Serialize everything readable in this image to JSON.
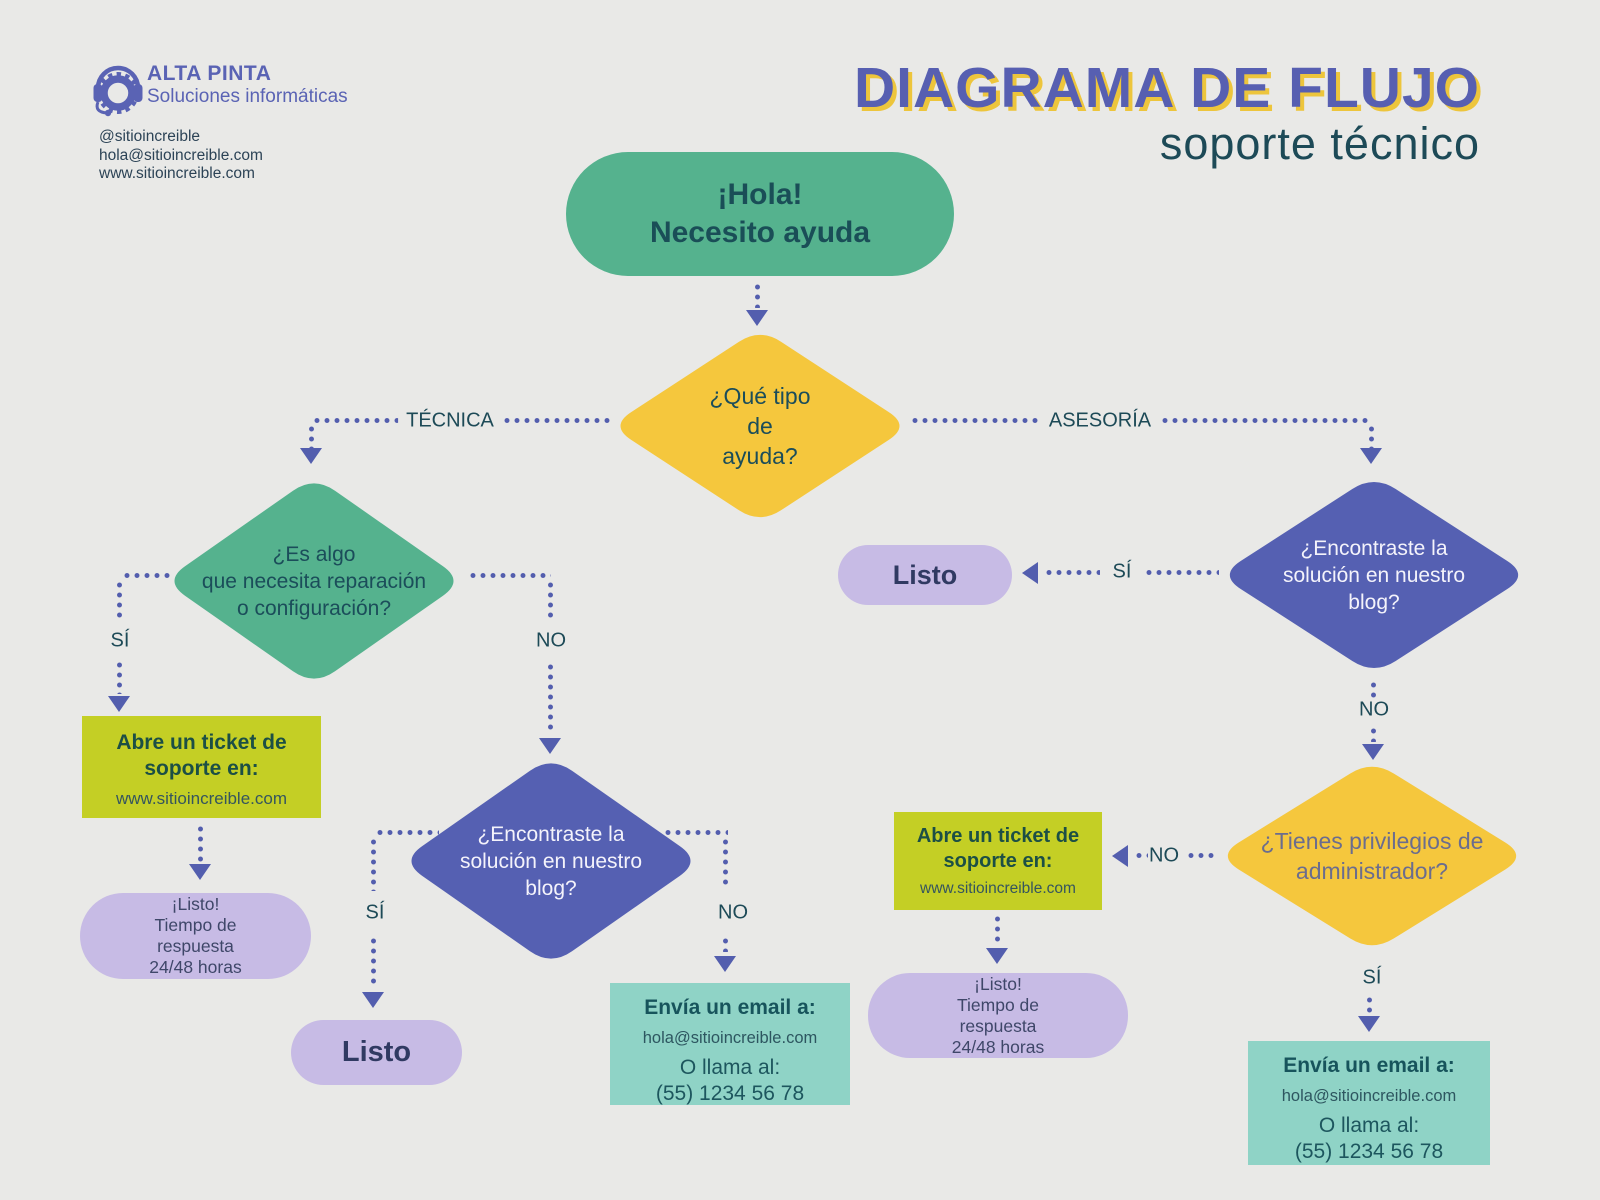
{
  "palette": {
    "background": "#e9e9e7",
    "green": "#55b28e",
    "yellow": "#f5c73d",
    "purple": "#5560b2",
    "lavender": "#c7bbe5",
    "lime": "#c4cf25",
    "teal": "#8fd3c6",
    "connector": "#535eae",
    "ink": "#1b4d5a",
    "ink_muted": "#6b6d8e",
    "brand_purple": "#5a63b4",
    "title_shadow": "#edc53c"
  },
  "brand": {
    "name": "ALTA PINTA",
    "tagline": "Soluciones informáticas",
    "logo_icon": "headset-gear-icon",
    "contact": "@sitioincreible\nhola@sitioincreible.com\nwww.sitioincreible.com"
  },
  "header": {
    "title": "DIAGRAMA DE FLUJO",
    "subtitle": "soporte técnico"
  },
  "flow": {
    "labels": {
      "yes": "SÍ",
      "no": "NO",
      "technical": "TÉCNICA",
      "advisory": "ASESORÍA"
    },
    "start": {
      "text": "¡Hola!\nNecesito ayuda",
      "fill": "#55b28e"
    },
    "q_type": {
      "text": "¿Qué tipo\nde\nayuda?",
      "fill": "#f5c73d"
    },
    "q_repair": {
      "text": "¿Es algo\nque necesita reparación\no configuración?",
      "fill": "#55b28e"
    },
    "ticket_left": {
      "title": "Abre un ticket de\nsoporte en:",
      "url": "www.sitioincreible.com",
      "fill": "#c4cf25"
    },
    "done_left": {
      "text": "¡Listo!\nTiempo de\nrespuesta\n24/48 horas",
      "fill": "#c7bbe5"
    },
    "q_blog_mid": {
      "text": "¿Encontraste la\nsolución en nuestro\nblog?",
      "fill": "#5560b2"
    },
    "done_mid": {
      "text": "Listo",
      "fill": "#c7bbe5"
    },
    "email_mid": {
      "title": "Envía un email a:",
      "email": "hola@sitioincreible.com",
      "phone": "O llama al:\n(55) 1234 56 78",
      "fill": "#8fd3c6"
    },
    "q_blog_right": {
      "text": "¿Encontraste la\nsolución en nuestro\nblog?",
      "fill": "#5560b2"
    },
    "done_right": {
      "text": "Listo",
      "fill": "#c7bbe5"
    },
    "q_admin": {
      "text": "¿Tienes privilegios de\nadministrador?",
      "fill": "#f5c73d"
    },
    "ticket_right": {
      "title": "Abre un ticket de\nsoporte en:",
      "url": "www.sitioincreible.com",
      "fill": "#c4cf25"
    },
    "done_right2": {
      "text": "¡Listo!\nTiempo de\nrespuesta\n24/48 horas",
      "fill": "#c7bbe5"
    },
    "email_right": {
      "title": "Envía un email a:",
      "email": "hola@sitioincreible.com",
      "phone": "O llama al:\n(55) 1234 56 78",
      "fill": "#8fd3c6"
    }
  }
}
